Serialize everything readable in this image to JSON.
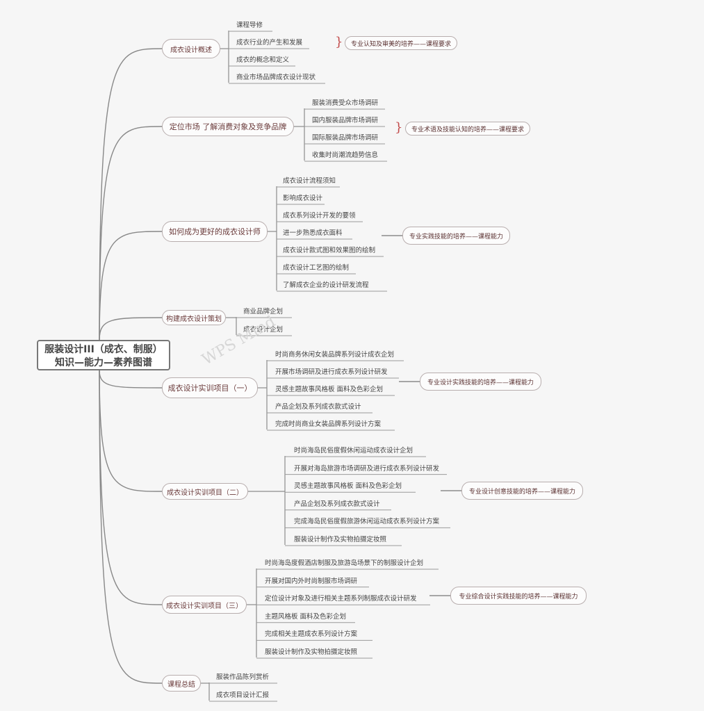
{
  "root": {
    "line1": "服装设计III（成衣、制服）",
    "line2": "知识—能力—素养图谱"
  },
  "branches": [
    {
      "label": "成衣设计概述",
      "items": [
        "课程导修",
        "成衣行业的产生和发展",
        "成衣的概念和定义",
        "商业市场品牌成衣设计现状"
      ],
      "goal": "专业认知及审美的培养——课程要求"
    },
    {
      "label": "定位市场 了解消费对象及竞争品牌",
      "items": [
        "服装消费受众市场调研",
        "国内服装品牌市场调研",
        "国际服装品牌市场调研",
        "收集时尚潮流趋势信息"
      ],
      "goal": "专业术语及技能认知的培养——课程要求"
    },
    {
      "label": "如何成为更好的成衣设计师",
      "items": [
        "成衣设计流程须知",
        "影响成衣设计",
        "成衣系列设计开发的要领",
        "进一步熟悉成衣面料",
        "成衣设计款式图和效果图的绘制",
        "成衣设计工艺图的绘制",
        "了解成衣企业的设计研发流程"
      ],
      "goal": "专业实践技能的培养——课程能力"
    },
    {
      "label": "构建成衣设计策划",
      "items": [
        "商业品牌企划",
        "成衣设计企划"
      ],
      "goal": ""
    },
    {
      "label": "成衣设计实训项目（一）",
      "items": [
        "时尚商务休闲女装品牌系列设计成衣企划",
        "开展市场调研及进行成衣系列设计研发",
        "灵感主题故事风格板 面料及色彩企划",
        "产品企划及系列成衣款式设计",
        "完成时尚商业女装品牌系列设计方案"
      ],
      "goal": "专业设计实践技能的培养——课程能力"
    },
    {
      "label": "成衣设计实训项目（二）",
      "items": [
        "时尚海岛民俗度假休闲运动成衣设计企划",
        "开展对海岛旅游市场调研及进行成衣系列设计研发",
        "灵感主题故事风格板 面料及色彩企划",
        "产品企划及系列成衣款式设计",
        "完成海岛民俗度假旅游休闲运动成衣系列设计方案",
        "服装设计制作及实物拍摄定妆照"
      ],
      "goal": "专业设计创意技能的培养——课程能力"
    },
    {
      "label": "成衣设计实训项目（三）",
      "items": [
        "时尚海岛度假酒店制服及旅游岛场景下的制服设计企划",
        "开展对国内外时尚制服市场调研",
        "定位设计对象及进行相关主题系列制服成衣设计研发",
        "主题风格板 面料及色彩企划",
        "完成相关主题成衣系列设计方案",
        "服装设计制作及实物拍摄定妆照"
      ],
      "goal": "专业综合设计实践技能的培养——课程能力"
    },
    {
      "label": "课程总结",
      "items": [
        "服装作品陈列赏析",
        "成衣项目设计汇报"
      ],
      "goal": ""
    }
  ],
  "watermark": "WPS Mind"
}
